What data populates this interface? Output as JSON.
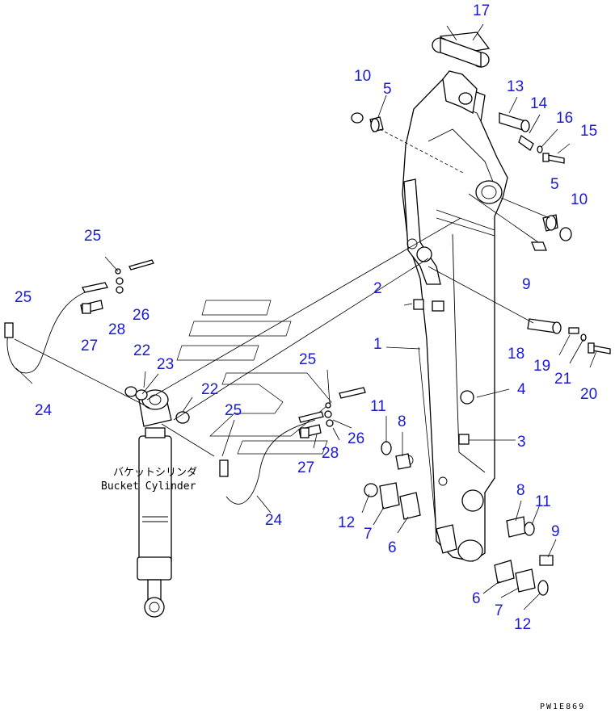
{
  "figure": {
    "jp_label": "バケットシリンダ",
    "en_label": "Bucket Cylinder",
    "drawing_code": "PW1E869"
  },
  "callouts": [
    {
      "id": "c17",
      "text": "17"
    },
    {
      "id": "c13",
      "text": "13"
    },
    {
      "id": "c14",
      "text": "14"
    },
    {
      "id": "c16",
      "text": "16"
    },
    {
      "id": "c15",
      "text": "15"
    },
    {
      "id": "c10a",
      "text": "10"
    },
    {
      "id": "c5a",
      "text": "5"
    },
    {
      "id": "c5b",
      "text": "5"
    },
    {
      "id": "c10b",
      "text": "10"
    },
    {
      "id": "c9a",
      "text": "9"
    },
    {
      "id": "c2",
      "text": "2"
    },
    {
      "id": "c18",
      "text": "18"
    },
    {
      "id": "c19",
      "text": "19"
    },
    {
      "id": "c21",
      "text": "21"
    },
    {
      "id": "c20",
      "text": "20"
    },
    {
      "id": "c1",
      "text": "1"
    },
    {
      "id": "c4",
      "text": "4"
    },
    {
      "id": "c3",
      "text": "3"
    },
    {
      "id": "c25a",
      "text": "25"
    },
    {
      "id": "c26a",
      "text": "26"
    },
    {
      "id": "c28a",
      "text": "28"
    },
    {
      "id": "c27a",
      "text": "27"
    },
    {
      "id": "c25b",
      "text": "25"
    },
    {
      "id": "c24a",
      "text": "24"
    },
    {
      "id": "c22a",
      "text": "22"
    },
    {
      "id": "c23",
      "text": "23"
    },
    {
      "id": "c22b",
      "text": "22"
    },
    {
      "id": "c25c",
      "text": "25"
    },
    {
      "id": "c25d",
      "text": "25"
    },
    {
      "id": "c26b",
      "text": "26"
    },
    {
      "id": "c28b",
      "text": "28"
    },
    {
      "id": "c27b",
      "text": "27"
    },
    {
      "id": "c11a",
      "text": "11"
    },
    {
      "id": "c8a",
      "text": "8"
    },
    {
      "id": "c12a",
      "text": "12"
    },
    {
      "id": "c7a",
      "text": "7"
    },
    {
      "id": "c6a",
      "text": "6"
    },
    {
      "id": "c24b",
      "text": "24"
    },
    {
      "id": "c8b",
      "text": "8"
    },
    {
      "id": "c11b",
      "text": "11"
    },
    {
      "id": "c9b",
      "text": "9"
    },
    {
      "id": "c6b",
      "text": "6"
    },
    {
      "id": "c7b",
      "text": "7"
    },
    {
      "id": "c12b",
      "text": "12"
    }
  ],
  "colors": {
    "callout": "#1a1ad6",
    "line": "#000000",
    "background": "#ffffff"
  }
}
